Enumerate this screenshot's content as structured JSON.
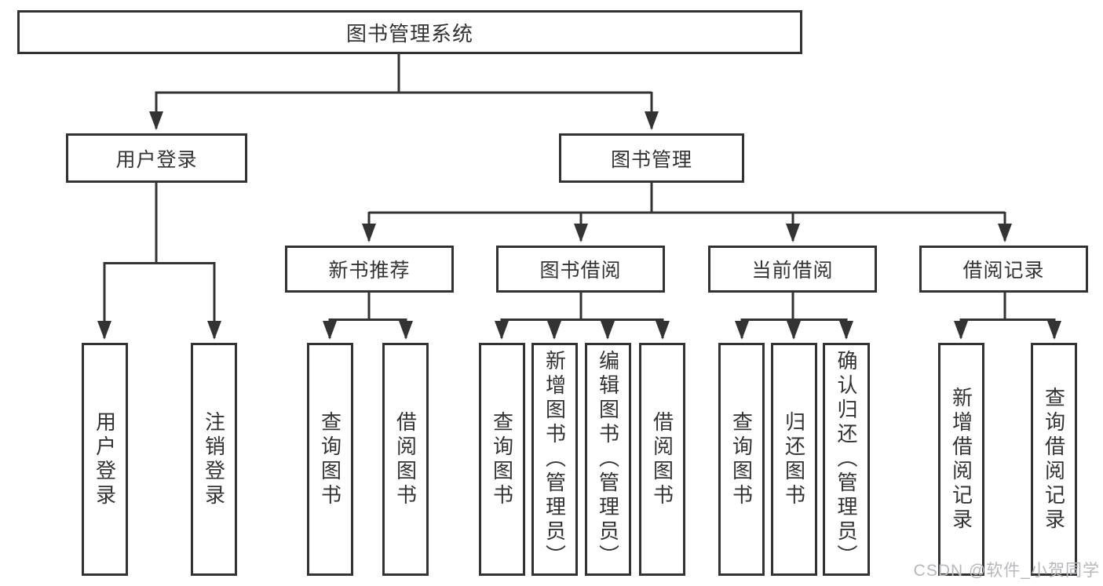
{
  "diagram": {
    "type": "tree",
    "colors": {
      "line": "#333333",
      "text": "#333333",
      "box_background": "#ffffff",
      "watermark": "#b7b7bc"
    },
    "tree": {
      "label": "图书管理系统",
      "children": [
        {
          "label": "用户登录",
          "children": [
            {
              "label": "用户登录"
            },
            {
              "label": "注销登录"
            }
          ]
        },
        {
          "label": "图书管理",
          "children": [
            {
              "label": "新书推荐",
              "children": [
                {
                  "label": "查询图书"
                },
                {
                  "label": "借阅图书"
                }
              ]
            },
            {
              "label": "图书借阅",
              "children": [
                {
                  "label": "查询图书"
                },
                {
                  "label": "新增图书（管理员）"
                },
                {
                  "label": "编辑图书（管理员）"
                },
                {
                  "label": "借阅图书"
                }
              ]
            },
            {
              "label": "当前借阅",
              "children": [
                {
                  "label": "查询图书"
                },
                {
                  "label": "归还图书"
                },
                {
                  "label": "确认归还（管理员）"
                }
              ]
            },
            {
              "label": "借阅记录",
              "children": [
                {
                  "label": "新增借阅记录"
                },
                {
                  "label": "查询借阅记录"
                }
              ]
            }
          ]
        }
      ]
    },
    "watermark": "CSDN @软件_小贺同学"
  }
}
